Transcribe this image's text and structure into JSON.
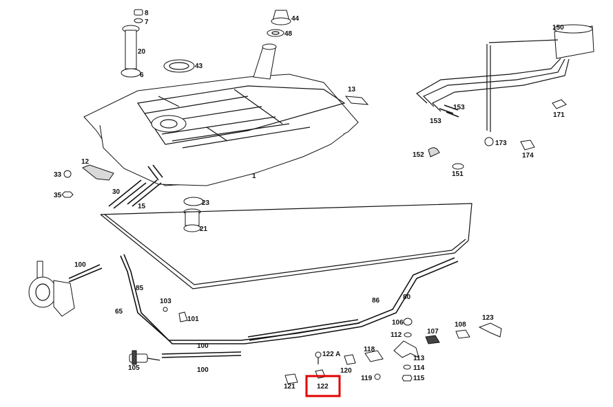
{
  "highlight_color": "#e10000",
  "labels": {
    "p8": "8",
    "p7": "7",
    "p20": "20",
    "p6": "6",
    "p44": "44",
    "p48": "48",
    "p43": "43",
    "p13": "13",
    "p1": "1",
    "p12": "12",
    "p33": "33",
    "p35": "35",
    "p30": "30",
    "p15": "15",
    "p23": "23",
    "p21": "21",
    "p150": "150",
    "p153a": "153",
    "p153b": "153",
    "p171": "171",
    "p173": "173",
    "p174": "174",
    "p152": "152",
    "p151": "151",
    "p100a": "100",
    "p85": "85",
    "p65": "65",
    "p103": "103",
    "p101": "101",
    "p100b": "100",
    "p100c": "100",
    "p105": "105",
    "p86": "86",
    "p80": "80",
    "p106": "106",
    "p112": "112",
    "p107": "107",
    "p108": "108",
    "p123": "123",
    "p122a": "122 A",
    "p118": "118",
    "p113": "113",
    "p120": "120",
    "p119": "119",
    "p114": "114",
    "p115": "115",
    "p121": "121",
    "p122": "122"
  },
  "highlighted_part": "122"
}
